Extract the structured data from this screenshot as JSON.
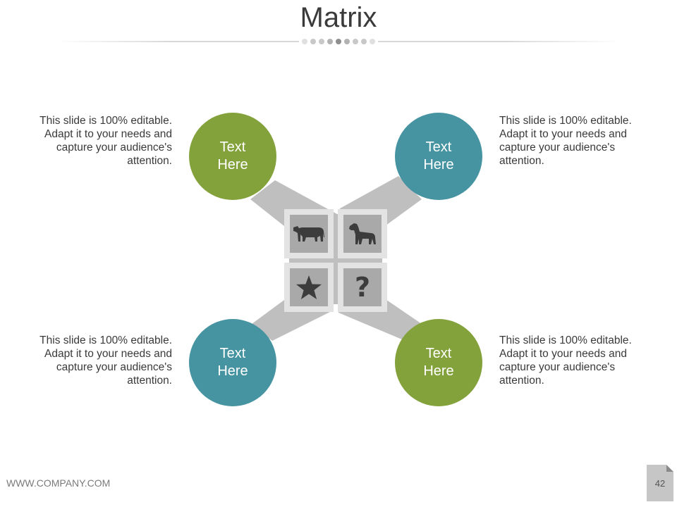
{
  "title": "Matrix",
  "nodes": [
    {
      "label": "Text\nHere",
      "description": "This slide is 100% editable. Adapt it to your needs and capture your audience's attention."
    },
    {
      "label": "Text\nHere",
      "description": "This slide is 100% editable. Adapt it to your needs and capture your audience's attention."
    },
    {
      "label": "Text\nHere",
      "description": "This slide is 100% editable. Adapt it to your needs and capture your audience's attention."
    },
    {
      "label": "Text\nHere",
      "description": "This slide is 100% editable. Adapt it to your needs and capture your audience's attention."
    }
  ],
  "tiles": [
    {
      "icon": "cow-icon"
    },
    {
      "icon": "dog-icon"
    },
    {
      "icon": "star-icon"
    },
    {
      "icon": "question-mark-icon",
      "glyph": "?"
    }
  ],
  "colors": {
    "green": "#84a23c",
    "teal": "#4694a1",
    "connector": "#bfbfbf",
    "icon": "#3c3c3c"
  },
  "footer": {
    "company": "WWW.COMPANY.COM",
    "page_number": "42"
  }
}
